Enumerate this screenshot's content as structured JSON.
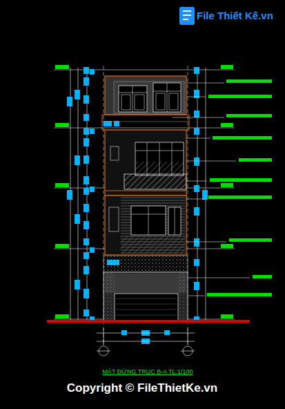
{
  "diagram": {
    "caption": "MẶT ĐỨNG TRỤC B-A  TL:1/100",
    "labels": [
      "File Thiết Kế.vn",
      "Copyright © FileThietKe.vn"
    ]
  }
}
